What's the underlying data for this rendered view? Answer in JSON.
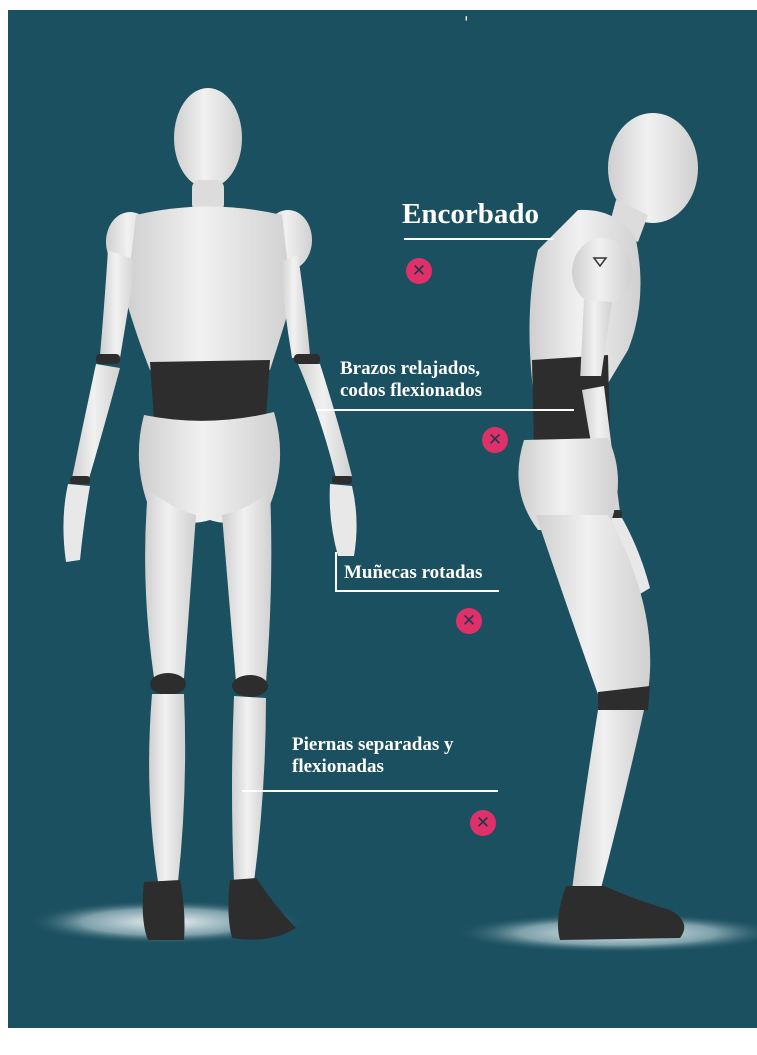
{
  "labels": {
    "hunched": "Encorbado",
    "arms_line1": "Brazos relajados,",
    "arms_line2": "codos flexionados",
    "wrists": "Muñecas rotadas",
    "legs_line1": "Piernas separadas y",
    "legs_line2": "flexionadas"
  },
  "icons": {
    "mark": "close-icon",
    "mark_glyph": "✕"
  },
  "colors": {
    "background": "#1b5060",
    "mark_fill": "#e0306a",
    "text": "#ffffff",
    "mannequin_body": "#e6e6e6",
    "mannequin_band": "#2d2d2d"
  }
}
